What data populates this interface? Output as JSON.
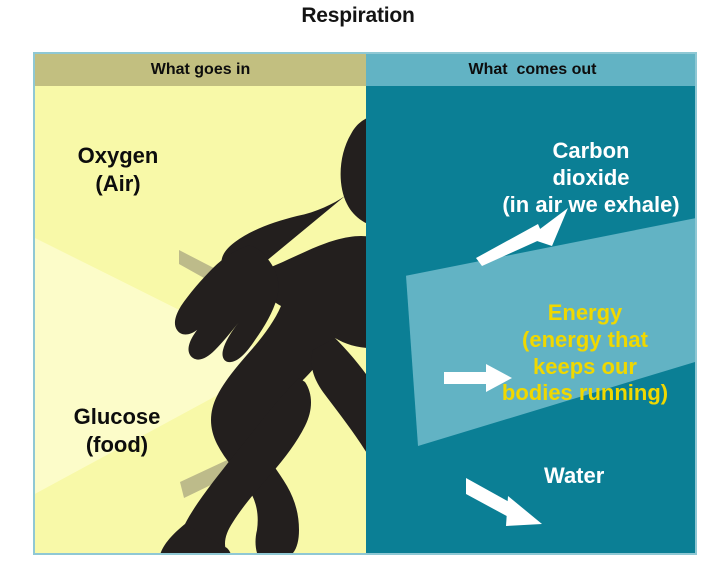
{
  "title": "Respiration",
  "colors": {
    "panel_left_bg": "#f8f9a8",
    "panel_left_wedge": "#fcfcc9",
    "panel_left_header": "#c2bf80",
    "panel_right_bg": "#0b7f95",
    "panel_right_wedge": "#62b3c4",
    "panel_right_header": "#62b3c4",
    "silhouette": "#231f1e",
    "arrow_input": "#bdbb8a",
    "arrow_output": "#ffffff",
    "energy_text": "#f0d800",
    "output_text": "#ffffff",
    "input_text": "#0d0d0d",
    "frame_border": "#8fc8d4"
  },
  "panels": {
    "left": {
      "header": "What goes in",
      "items": [
        {
          "name": "Oxygen",
          "line1": "Oxygen",
          "line2": "(Air)"
        },
        {
          "name": "Glucose",
          "line1": "Glucose",
          "line2": "(food)"
        }
      ]
    },
    "right": {
      "header": "What  comes out",
      "items": [
        {
          "name": "Carbon dioxide",
          "line1": "Carbon",
          "line2": "dioxide",
          "line3": "(in air we exhale)"
        },
        {
          "name": "Energy",
          "line1": "Energy",
          "line2": "(energy that",
          "line3": "keeps our",
          "line4": "bodies running)"
        },
        {
          "name": "Water",
          "line1": "Water"
        }
      ]
    }
  },
  "icons": {
    "oxygen_arrow": "arrow-down-right-icon",
    "glucose_arrow": "arrow-up-right-icon",
    "co2_arrow": "arrow-up-right-icon",
    "energy_arrow": "arrow-right-icon",
    "water_arrow": "arrow-down-right-icon",
    "runner": "running-person-silhouette-icon"
  }
}
